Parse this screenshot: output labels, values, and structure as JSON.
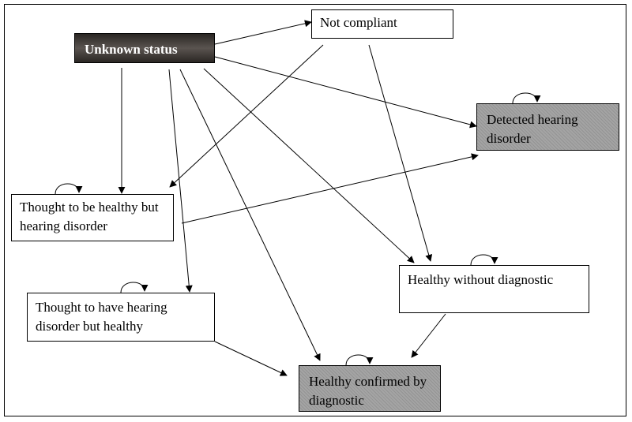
{
  "diagram": {
    "nodes": [
      {
        "id": "unknown",
        "label": "Unknown status"
      },
      {
        "id": "notcomp",
        "label": "Not compliant"
      },
      {
        "id": "detected",
        "label": "Detected hearing disorder"
      },
      {
        "id": "tbh",
        "label": "Thought to be healthy but hearing disorder"
      },
      {
        "id": "thd",
        "label": "Thought to have hearing disorder but healthy"
      },
      {
        "id": "hwd",
        "label": "Healthy without diagnostic"
      },
      {
        "id": "hcd",
        "label": "Healthy confirmed by diagnostic"
      }
    ],
    "edges": [
      {
        "from": "unknown",
        "to": "notcomp"
      },
      {
        "from": "unknown",
        "to": "detected"
      },
      {
        "from": "unknown",
        "to": "tbh"
      },
      {
        "from": "unknown",
        "to": "thd"
      },
      {
        "from": "unknown",
        "to": "hcd"
      },
      {
        "from": "unknown",
        "to": "hwd"
      },
      {
        "from": "notcomp",
        "to": "tbh"
      },
      {
        "from": "notcomp",
        "to": "hwd"
      },
      {
        "from": "tbh",
        "to": "detected"
      },
      {
        "from": "thd",
        "to": "hcd"
      },
      {
        "from": "hwd",
        "to": "hcd"
      }
    ],
    "self_loops": [
      "detected",
      "tbh",
      "thd",
      "hwd",
      "hcd"
    ]
  }
}
